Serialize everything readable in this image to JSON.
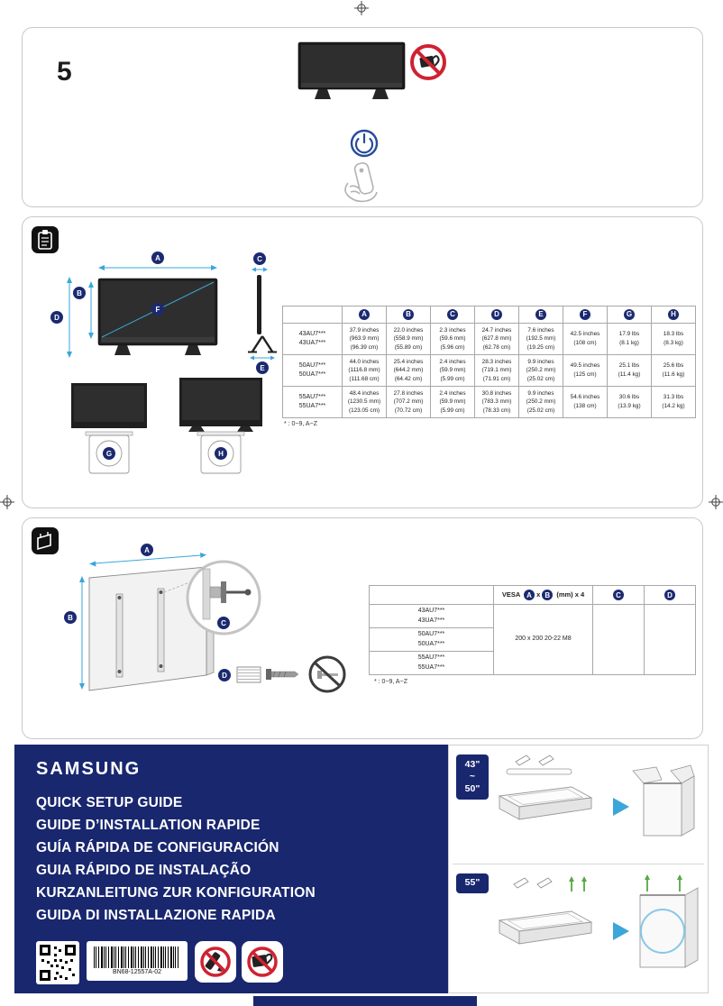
{
  "page": {
    "number": "5"
  },
  "labels": {
    "a": "A",
    "b": "B",
    "c": "C",
    "d": "D",
    "e": "E",
    "f": "F",
    "g": "G",
    "h": "H"
  },
  "dims_table": {
    "headers": [
      "A",
      "B",
      "C",
      "D",
      "E",
      "F",
      "G",
      "H"
    ],
    "rows": [
      {
        "model": "43AU7***\n43UA7***",
        "cells": [
          "37.9 inches\n(963.9 mm)\n(96.39 cm)",
          "22.0 inches\n(558.9 mm)\n(55.89 cm)",
          "2.3 inches\n(59.6 mm)\n(5.96 cm)",
          "24.7 inches\n(627.8 mm)\n(62.78 cm)",
          "7.6 inches\n(192.5 mm)\n(19.25 cm)",
          "42.5 inches\n(108 cm)",
          "17.9 lbs\n(8.1 kg)",
          "18.3 lbs\n(8.3 kg)"
        ]
      },
      {
        "model": "50AU7***\n50UA7***",
        "cells": [
          "44.0 inches\n(1116.8 mm)\n(111.68 cm)",
          "25.4 inches\n(644.2 mm)\n(64.42 cm)",
          "2.4 inches\n(59.9 mm)\n(5.99 cm)",
          "28.3 inches\n(719.1 mm)\n(71.91 cm)",
          "9.9 inches\n(250.2 mm)\n(25.02 cm)",
          "49.5 inches\n(125 cm)",
          "25.1 lbs\n(11.4 kg)",
          "25.6 lbs\n(11.6 kg)"
        ]
      },
      {
        "model": "55AU7***\n55UA7***",
        "cells": [
          "48.4 inches\n(1230.5 mm)\n(123.05 cm)",
          "27.8 inches\n(707.2 mm)\n(70.72 cm)",
          "2.4 inches\n(59.9 mm)\n(5.99 cm)",
          "30.8 inches\n(783.3 mm)\n(78.33 cm)",
          "9.9 inches\n(250.2 mm)\n(25.02 cm)",
          "54.6 inches\n(138 cm)",
          "30.6 lbs\n(13.9 kg)",
          "31.3 lbs\n(14.2 kg)"
        ]
      }
    ],
    "footnote": "* : 0~9, A~Z"
  },
  "vesa_table": {
    "header": {
      "vesa": "VESA",
      "a": "A",
      "times": "x",
      "b": "B",
      "suffix": "(mm) x 4",
      "c": "C",
      "d": "D"
    },
    "models": [
      "43AU7***\n43UA7***",
      "50AU7***\n50UA7***",
      "55AU7***\n55UA7***"
    ],
    "value": "200 x 200  20-22 M8",
    "footnote": "* : 0~9, A~Z"
  },
  "branding": {
    "logo": "SAMSUNG",
    "titles": [
      "QUICK SETUP GUIDE",
      "GUIDE D’INSTALLATION RAPIDE",
      "GUÍA RÁPIDA DE CONFIGURACIÓN",
      "GUIA RÁPIDO DE INSTALAÇÃO",
      "KURZANLEITUNG ZUR KONFIGURATION",
      "GUIDA DI INSTALLAZIONE RAPIDA"
    ],
    "barcode_text": "BN68-12557A-02"
  },
  "packaging": {
    "badge_small": {
      "line1": "43\"",
      "line2": "~",
      "line3": "50\""
    },
    "badge_large": "55\""
  },
  "icons": {
    "clipboard": "clipboard-icon",
    "wall_mount": "wall-mount-icon",
    "no_touch": "no-touch-prohibition-icon",
    "power": "power-button-icon",
    "qr": "qr-code",
    "barcode": "barcode"
  },
  "colors": {
    "navy": "#19276f",
    "blue": "#3aa6d9",
    "red": "#cf2231"
  }
}
